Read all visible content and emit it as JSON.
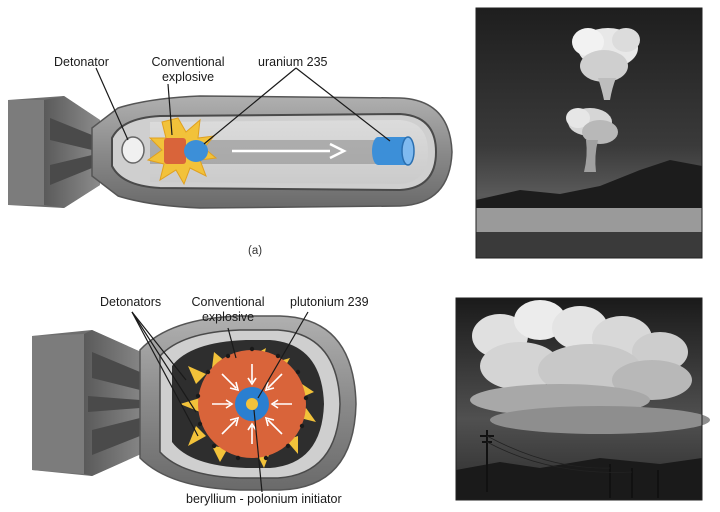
{
  "figure": {
    "panel_a": {
      "caption": "(a)",
      "labels": {
        "detonator": "Detonator",
        "conventional_explosive": "Conventional explosive",
        "uranium": "uranium 235"
      }
    },
    "panel_b": {
      "labels": {
        "detonators": "Detonators",
        "conventional_explosive": "Conventional explosive",
        "plutonium": "plutonium 239",
        "initiator": "beryllium - polonium initiator"
      }
    },
    "colors": {
      "casing": "#8a8a8a",
      "casing_dark": "#5c5c5c",
      "uranium": "#3c8fd8",
      "explosive": "#d9643a",
      "flash": "#f2c23a",
      "core_blue": "#2a7fd0"
    }
  }
}
